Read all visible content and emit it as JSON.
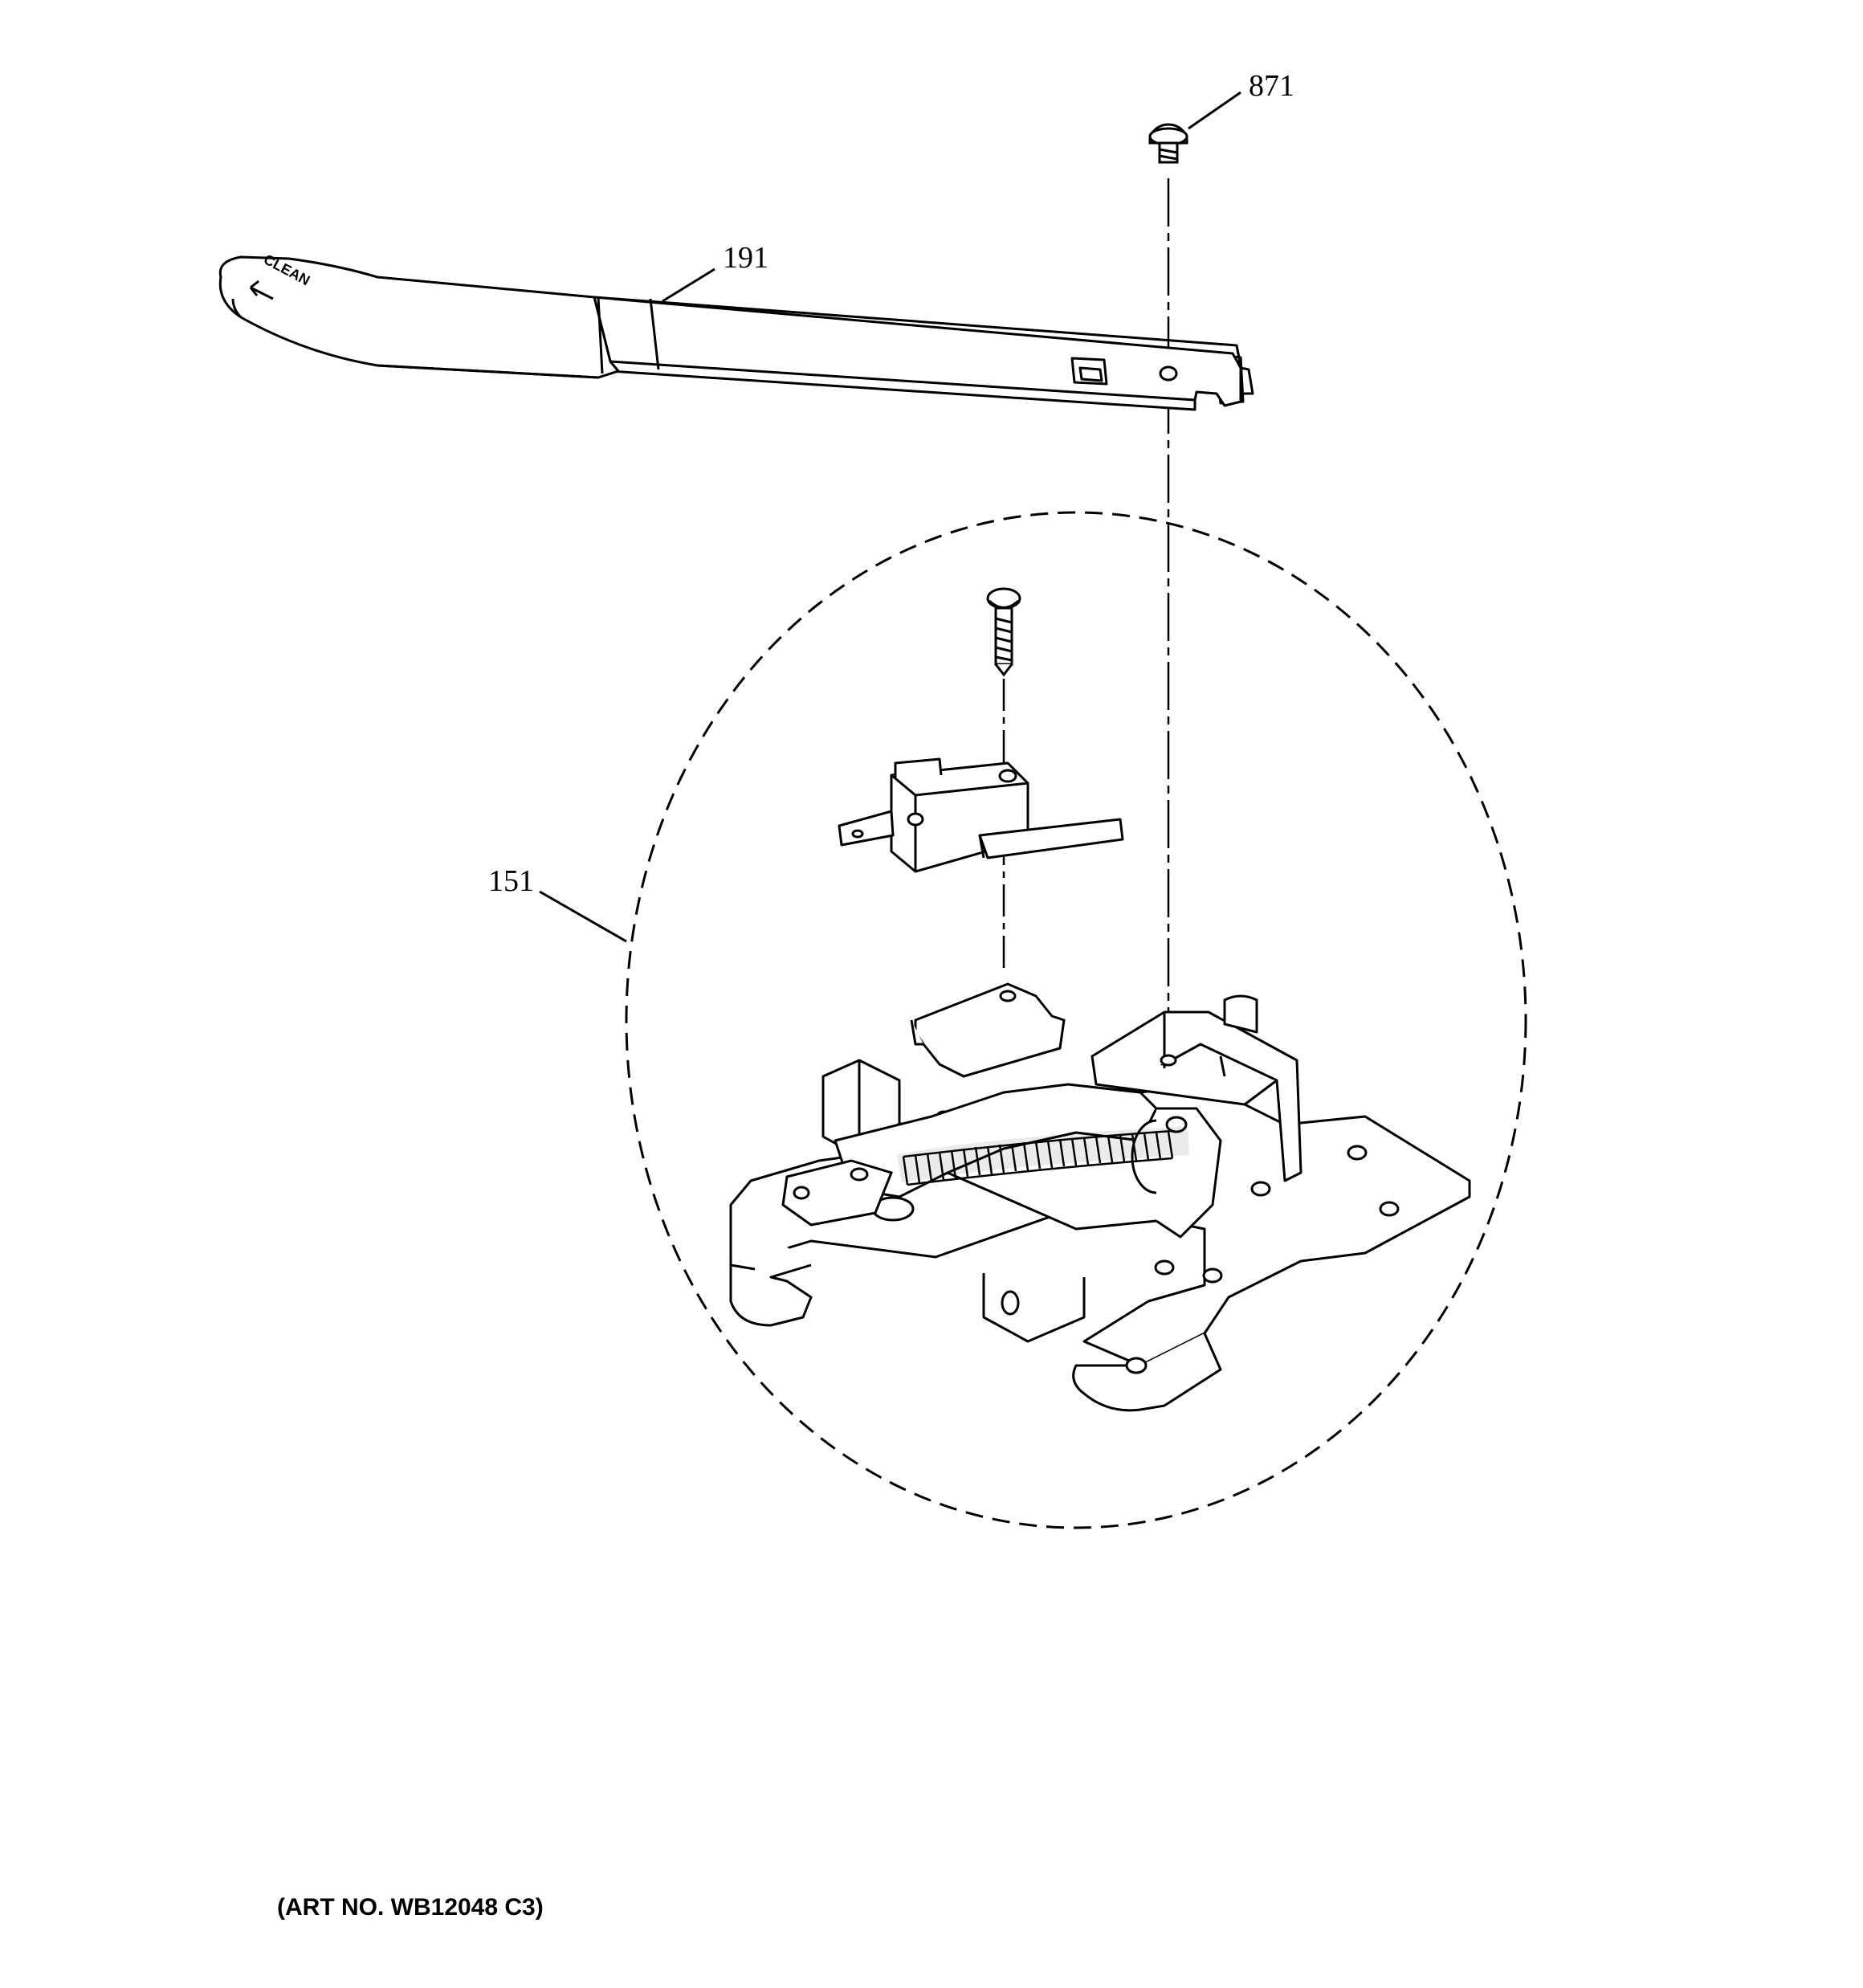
{
  "callouts": {
    "screw_top": "871",
    "handle": "191",
    "latch_assembly": "151"
  },
  "handle_stamp": "CLEAN",
  "art_number": "(ART NO. WB12048 C3)"
}
